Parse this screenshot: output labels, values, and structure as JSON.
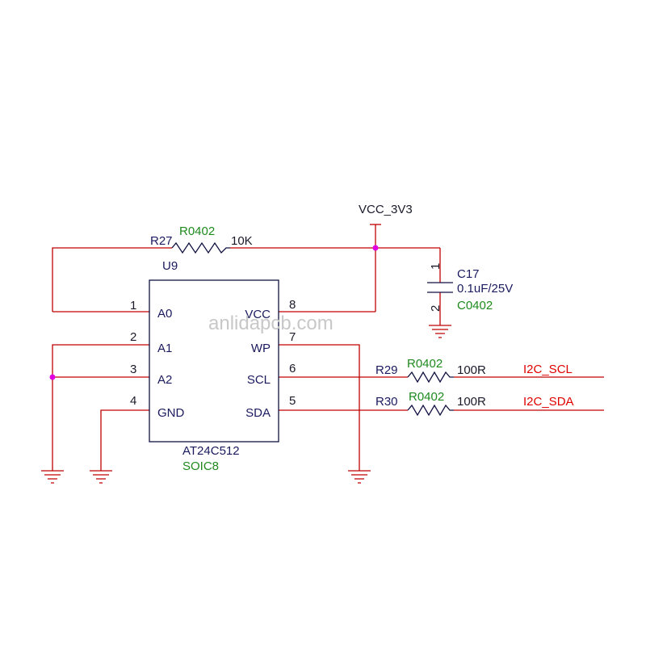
{
  "power": {
    "net": "VCC_3V3"
  },
  "chip": {
    "ref": "U9",
    "part": "AT24C512",
    "package": "SOIC8",
    "pins_left": [
      {
        "num": "1",
        "name": "A0"
      },
      {
        "num": "2",
        "name": "A1"
      },
      {
        "num": "3",
        "name": "A2"
      },
      {
        "num": "4",
        "name": "GND"
      }
    ],
    "pins_right": [
      {
        "num": "8",
        "name": "VCC"
      },
      {
        "num": "7",
        "name": "WP"
      },
      {
        "num": "6",
        "name": "SCL"
      },
      {
        "num": "5",
        "name": "SDA"
      }
    ]
  },
  "r27": {
    "ref": "R27",
    "footprint": "R0402",
    "value": "10K"
  },
  "r29": {
    "ref": "R29",
    "footprint": "R0402",
    "value": "100R"
  },
  "r30": {
    "ref": "R30",
    "footprint": "R0402",
    "value": "100R"
  },
  "c17": {
    "ref": "C17",
    "value": "0.1uF/25V",
    "footprint": "C0402",
    "pin_top": "1",
    "pin_bottom": "2"
  },
  "nets": {
    "scl": "I2C_SCL",
    "sda": "I2C_SDA"
  },
  "watermark": "anlidapcb.com",
  "colors": {
    "wire": "#c00000",
    "body": "#101040",
    "junction": "#e000e0",
    "footprint": "#1e8a1e",
    "net_label": "#e00000"
  }
}
